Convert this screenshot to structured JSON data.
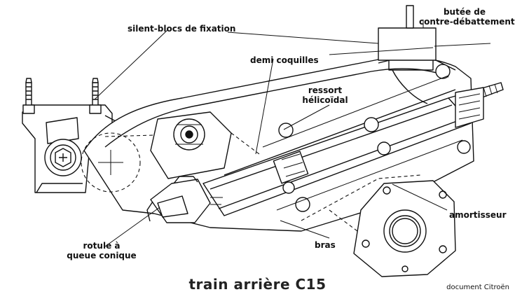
{
  "diagram": {
    "labels": {
      "silent_blocs": "silent-blocs de fixation",
      "demi_coquilles": "demi coquilles",
      "ressort_line1": "ressort",
      "ressort_line2": "hélicoïdal",
      "butee_line1": "butée de",
      "butee_line2": "contre-débattement",
      "amortisseur": "amortisseur",
      "bras": "bras",
      "rotule_line1": "rotule à",
      "rotule_line2": "queue conique"
    },
    "title": "train arrière C15",
    "credit": "document Citroën"
  }
}
